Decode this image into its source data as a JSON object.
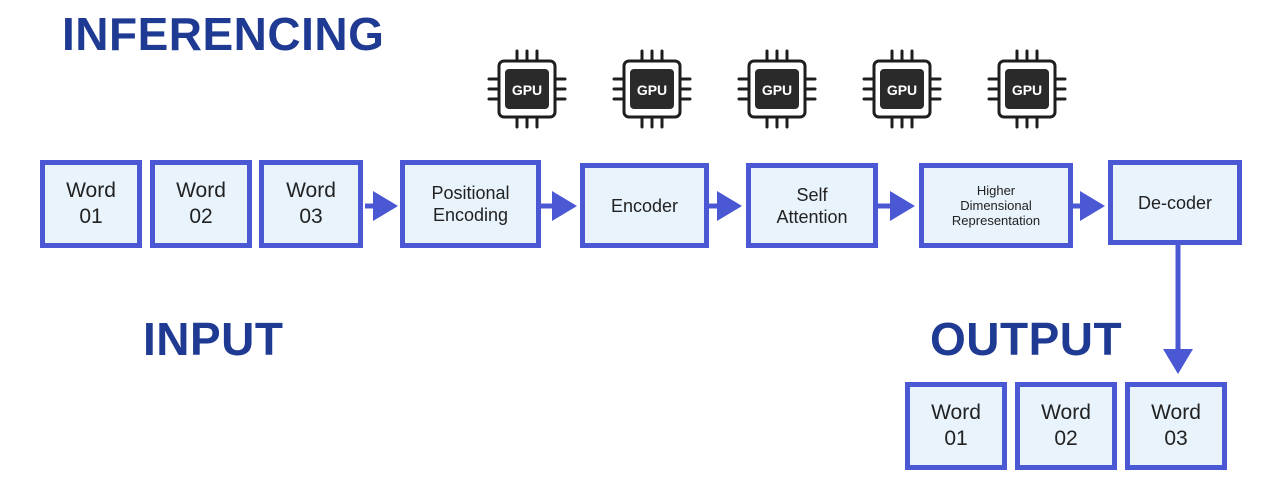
{
  "title": "INFERENCING",
  "input_label": "INPUT",
  "output_label": "OUTPUT",
  "gpu_label": "GPU",
  "accent_color": "#4a58d4",
  "box_fill": "#e8f3fb",
  "heading_color": "#1f3a93",
  "input_words": [
    {
      "line1": "Word",
      "line2": "01"
    },
    {
      "line1": "Word",
      "line2": "02"
    },
    {
      "line1": "Word",
      "line2": "03"
    }
  ],
  "stages": [
    {
      "line1": "Positional",
      "line2": "Encoding"
    },
    {
      "line1": "Encoder"
    },
    {
      "line1": "Self",
      "line2": "Attention"
    },
    {
      "line1": "Higher",
      "line2": "Dimensional",
      "line3": "Representation"
    },
    {
      "line1": "De-coder"
    }
  ],
  "output_words": [
    {
      "line1": "Word",
      "line2": "01"
    },
    {
      "line1": "Word",
      "line2": "02"
    },
    {
      "line1": "Word",
      "line2": "03"
    }
  ],
  "icons": [
    "gpu-chip-icon"
  ]
}
